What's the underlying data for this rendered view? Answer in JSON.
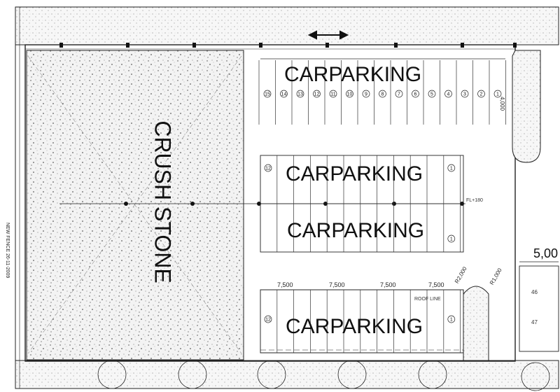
{
  "areas": {
    "crush_stone": "CRUSH STONE",
    "carparking_labels": [
      "CARPARKING",
      "CARPARKING",
      "CARPARKING",
      "CARPARKING"
    ]
  },
  "stall_numbers": {
    "top_row": [
      "15",
      "14",
      "13",
      "12",
      "11",
      "10",
      "9",
      "8",
      "7",
      "6",
      "5",
      "4",
      "3",
      "2",
      "1"
    ],
    "row2_ends": [
      "12",
      "1"
    ],
    "row3_ends": [
      "1"
    ],
    "row4_ends": [
      "12",
      "1"
    ]
  },
  "dimensions": {
    "bay_widths": [
      "7,500",
      "7,500",
      "7,500",
      "7,500"
    ],
    "island_width": "4,000",
    "radius_left": "R2,000",
    "radius_right": "R1,000",
    "right_edge": "5,00",
    "level": "FL+180",
    "roof_line": "ROOF LINE"
  },
  "side_note": "NEW FENCE 26-11-2009",
  "right_markers": [
    "46",
    "47"
  ],
  "colors": {
    "line": "#222222",
    "stone_fill": "#f4f4f4",
    "dot": "#333333"
  }
}
